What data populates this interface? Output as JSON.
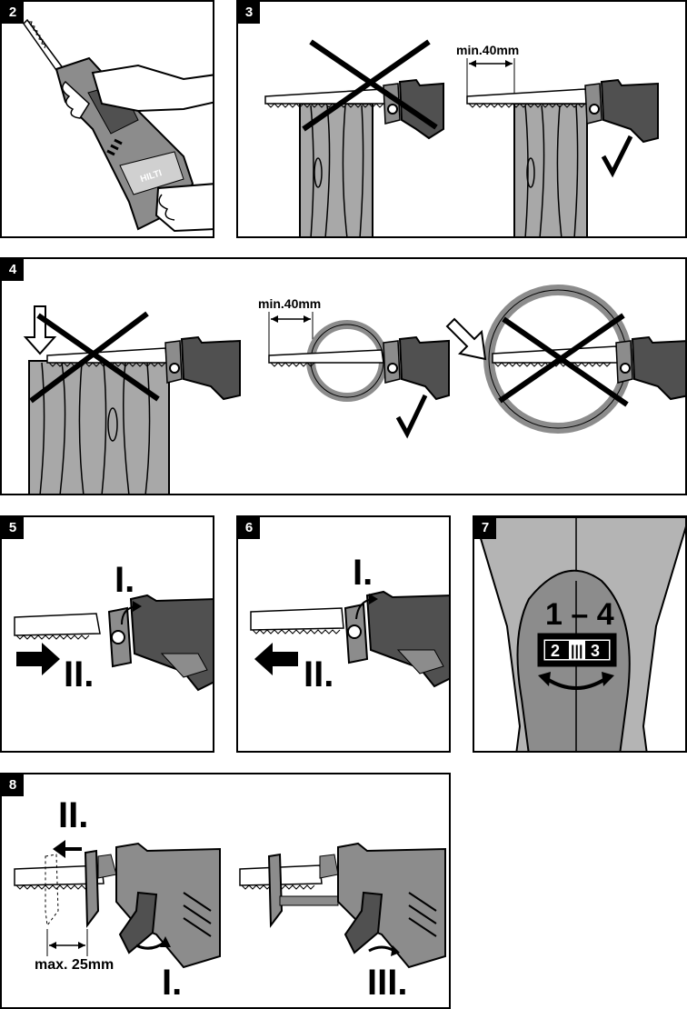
{
  "panels": [
    {
      "number": "2"
    },
    {
      "number": "3",
      "dimension_label": "min.40mm"
    },
    {
      "number": "4",
      "dimension_label": "min.40mm"
    },
    {
      "number": "5",
      "step_1": "I.",
      "step_2": "II."
    },
    {
      "number": "6",
      "step_1": "I.",
      "step_2": "II."
    },
    {
      "number": "7",
      "speed_range": "1 – 4",
      "dial_left": "2",
      "dial_mid": "|||",
      "dial_right": "3"
    },
    {
      "number": "8",
      "step_1": "I.",
      "step_2": "II.",
      "step_3": "III.",
      "dimension_label": "max. 25mm"
    }
  ],
  "colors": {
    "wood": "#a8a8a8",
    "tool_body": "#8c8c8c",
    "tool_dark": "#505050",
    "outline": "#000000",
    "cross": "#000000"
  }
}
